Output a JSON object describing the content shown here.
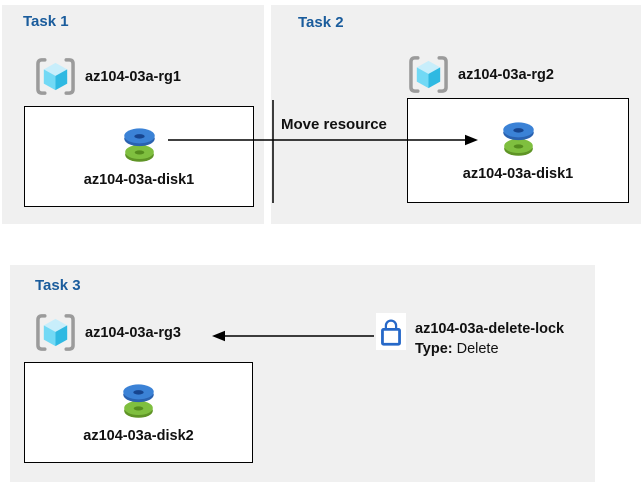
{
  "tasks": [
    {
      "title": "Task 1",
      "resource_group": "az104-03a-rg1",
      "disk": "az104-03a-disk1"
    },
    {
      "title": "Task 2",
      "resource_group": "az104-03a-rg2",
      "disk": "az104-03a-disk1"
    },
    {
      "title": "Task 3",
      "resource_group": "az104-03a-rg3",
      "disk": "az104-03a-disk2"
    }
  ],
  "labels": {
    "move_resource": "Move resource"
  },
  "lock": {
    "name": "az104-03a-delete-lock",
    "type_label": "Type:",
    "type_value": "Delete"
  },
  "icons": {
    "resource_group": "resource-group-icon",
    "disk": "disk-icon",
    "lock": "lock-icon"
  },
  "colors": {
    "panel_bg": "#f0f0f0",
    "box_bg": "#ffffff",
    "box_border": "#000000",
    "title_blue": "#1a5c9c",
    "text": "#111111",
    "arrow": "#000000",
    "lock_blue": "#2668c8",
    "bracket_gray": "#9b9b9b",
    "cube_top": "#c8eefb",
    "cube_left": "#72d9f5",
    "cube_right": "#2fb9e2",
    "disk_blue_top": "#3b82d6",
    "disk_blue_side": "#2a62b0",
    "disk_blue_hole": "#17458f",
    "disk_green_top": "#7fbf3f",
    "disk_green_side": "#5f9426",
    "disk_green_hole": "#558c1e"
  }
}
